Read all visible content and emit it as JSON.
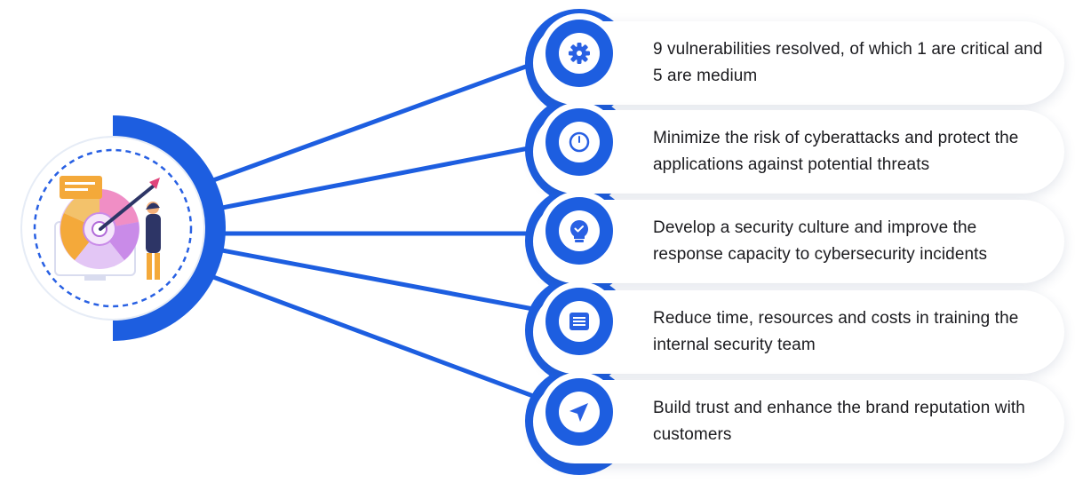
{
  "colors": {
    "accent": "#1d5ee0",
    "icon_fill": "#2860e3",
    "text": "#1b1b1f",
    "card_bg": "#ffffff"
  },
  "hub": {
    "illustration": "security-target-dashboard-illustration"
  },
  "items": [
    {
      "icon": "gear-icon",
      "text": "9 vulnerabilities resolved, of which 1 are critical and 5 are medium"
    },
    {
      "icon": "clock-icon",
      "text": "Minimize the risk of cyberattacks and protect the applications against potential threats"
    },
    {
      "icon": "lightbulb-check-icon",
      "text": "Develop a security culture and improve the response capacity to cybersecurity incidents"
    },
    {
      "icon": "document-lines-icon",
      "text": "Reduce time, resources and costs in training the internal security team"
    },
    {
      "icon": "paper-plane-icon",
      "text": "Build trust and enhance the brand reputation with customers"
    }
  ]
}
